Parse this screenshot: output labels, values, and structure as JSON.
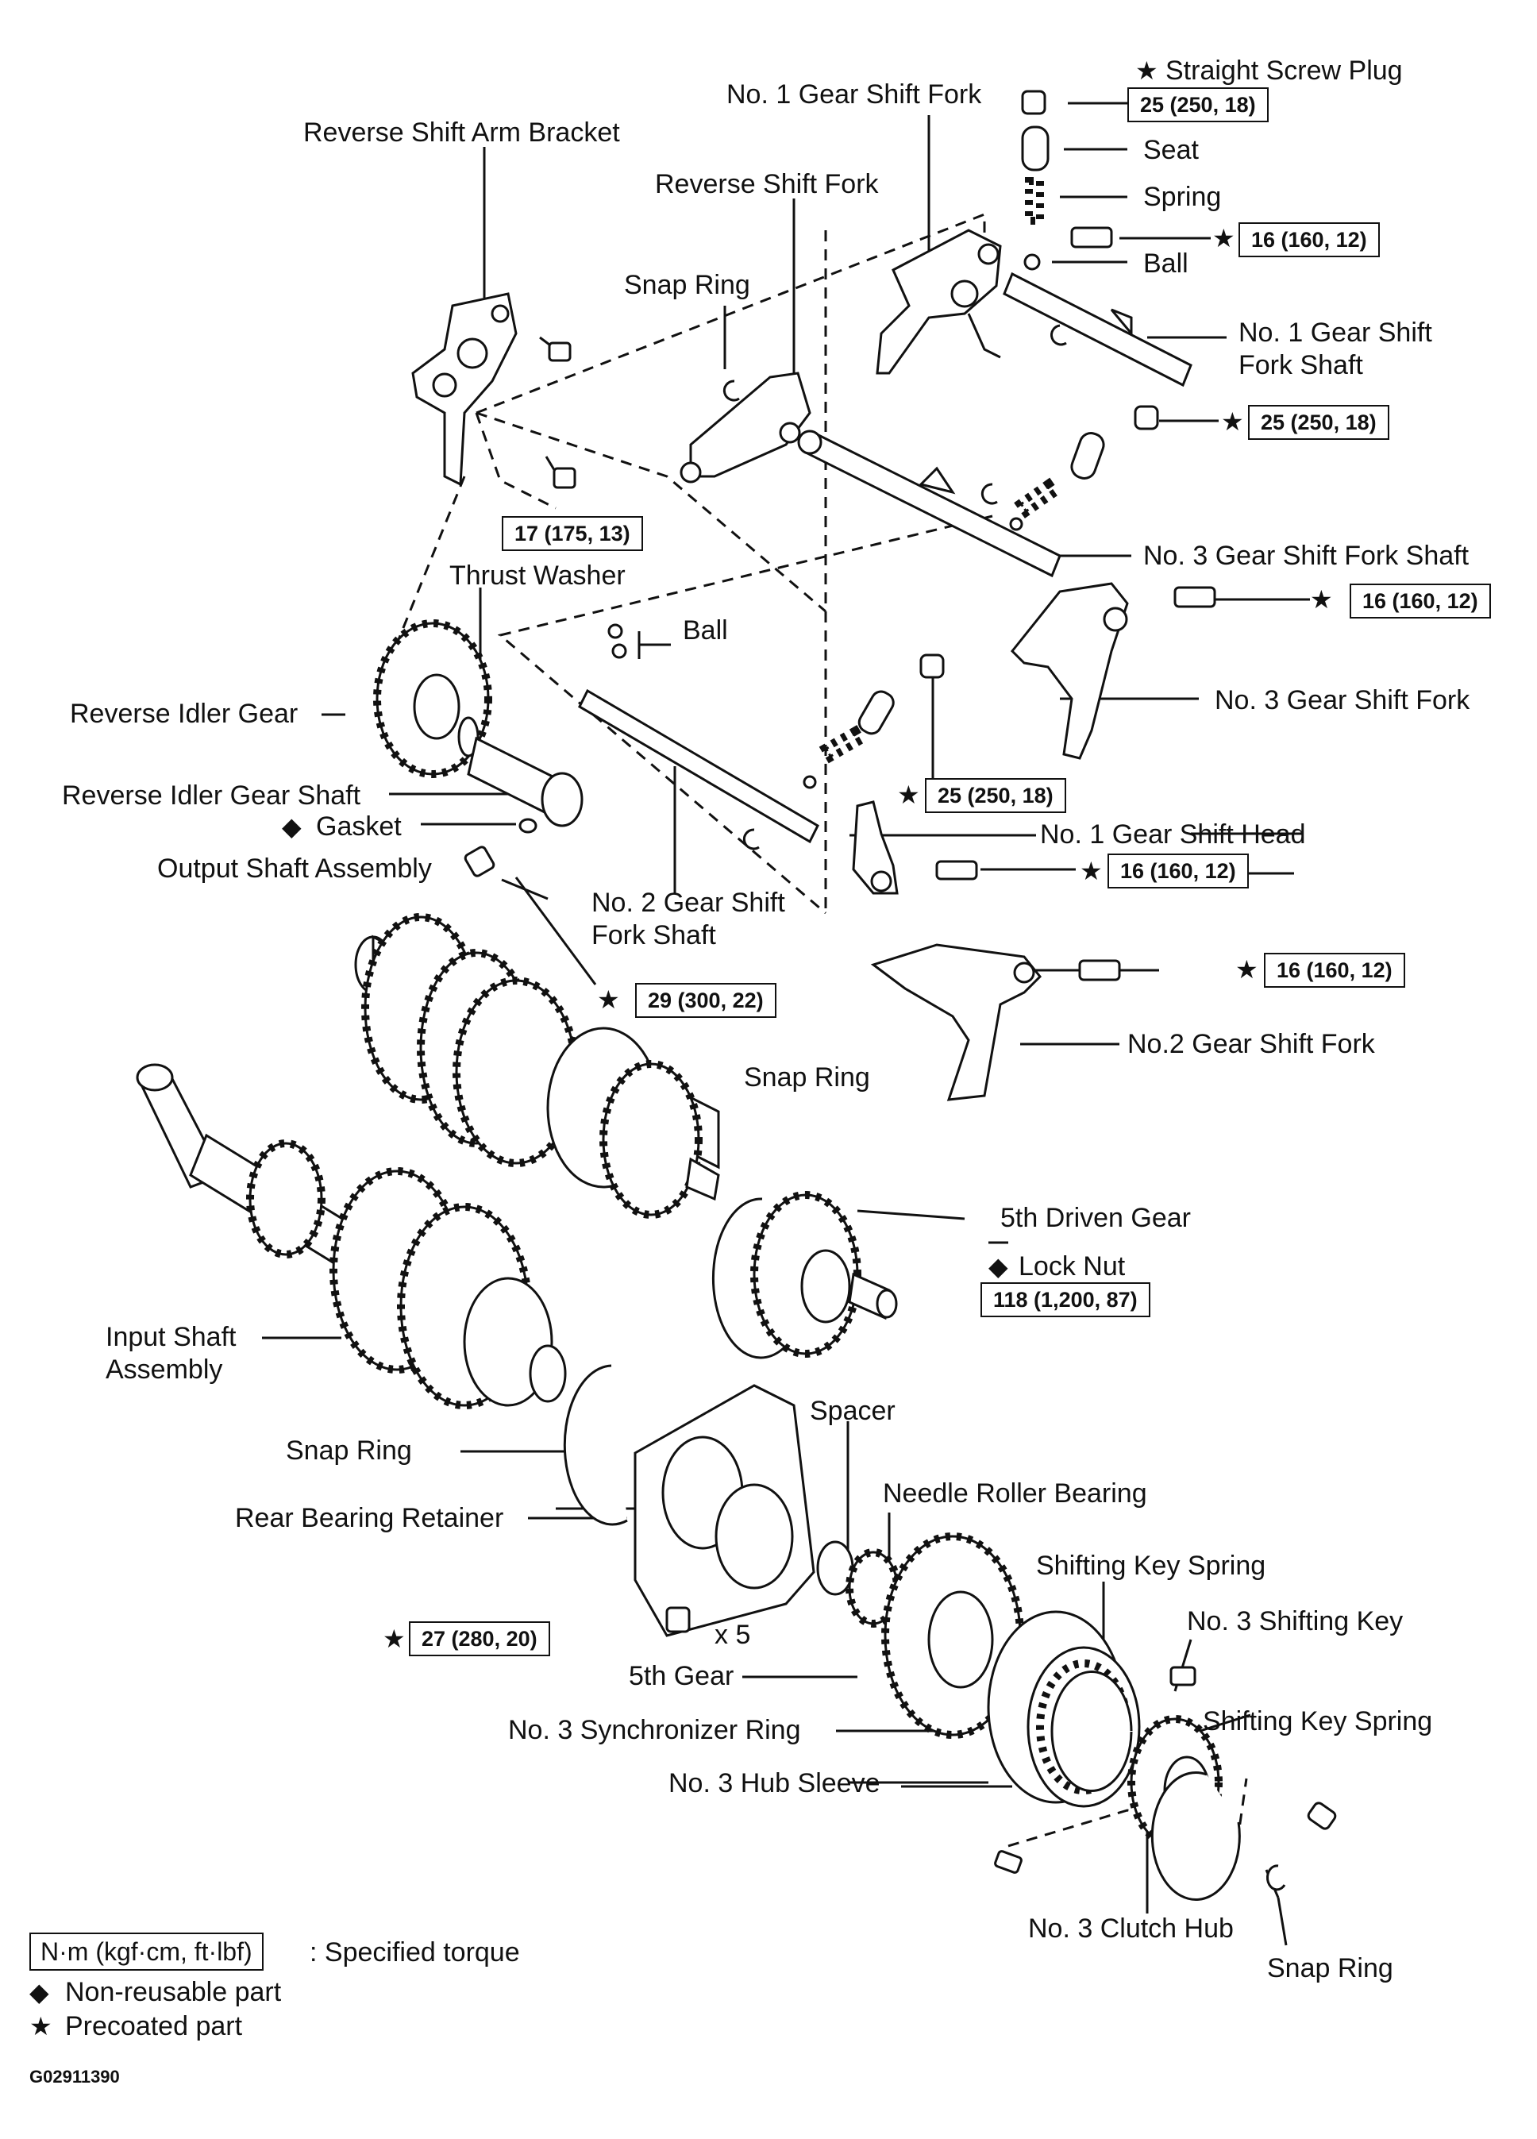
{
  "labels": {
    "straight_screw_plug": "Straight Screw Plug",
    "no1_gear_shift_fork": "No. 1 Gear Shift Fork",
    "reverse_shift_arm_bracket": "Reverse Shift Arm Bracket",
    "seat": "Seat",
    "spring": "Spring",
    "reverse_shift_fork": "Reverse Shift Fork",
    "ball_top": "Ball",
    "snap_ring_top": "Snap Ring",
    "no1_gear_shift_fork_shaft_1": "No. 1 Gear Shift",
    "no1_gear_shift_fork_shaft_2": "Fork Shaft",
    "no3_gear_shift_fork_shaft": "No. 3 Gear Shift Fork Shaft",
    "thrust_washer": "Thrust Washer",
    "ball_mid": "Ball",
    "reverse_idler_gear": "Reverse Idler Gear",
    "no3_gear_shift_fork": "No. 3 Gear Shift Fork",
    "reverse_idler_gear_shaft": "Reverse Idler Gear Shaft",
    "gasket": "Gasket",
    "no1_gear_shift_head": "No. 1 Gear Shift Head",
    "output_shaft_assembly": "Output Shaft Assembly",
    "no2_gear_shift_fork_shaft_1": "No. 2 Gear Shift",
    "no2_gear_shift_fork_shaft_2": "Fork Shaft",
    "no2_gear_shift_fork": "No.2 Gear Shift Fork",
    "snap_ring_mid": "Snap Ring",
    "fifth_driven_gear": "5th Driven Gear",
    "lock_nut": "Lock Nut",
    "input_shaft_assembly_1": "Input Shaft",
    "input_shaft_assembly_2": "Assembly",
    "spacer": "Spacer",
    "snap_ring_left": "Snap Ring",
    "needle_roller_bearing": "Needle Roller Bearing",
    "rear_bearing_retainer": "Rear Bearing Retainer",
    "shifting_key_spring_1": "Shifting Key Spring",
    "no3_shifting_key": "No. 3 Shifting Key",
    "x5": "x 5",
    "fifth_gear": "5th Gear",
    "shifting_key_spring_2": "Shifting Key Spring",
    "no3_synchronizer_ring": "No. 3 Synchronizer Ring",
    "no3_hub_sleeve": "No. 3 Hub Sleeve",
    "no3_clutch_hub": "No. 3 Clutch Hub",
    "snap_ring_bottom": "Snap Ring"
  },
  "torques": {
    "straight_screw_plug": "25 (250, 18)",
    "no1_fork_bolt": "16 (160, 12)",
    "no1_shaft_plug": "25 (250, 18)",
    "bracket_bolt": "17 (175, 13)",
    "no3_fork_bolt": "16 (160, 12)",
    "no2_shaft_plug": "25 (250, 18)",
    "shift_head_bolt": "16 (160, 12)",
    "output_shaft_bolt": "29 (300, 22)",
    "no2_fork_bolt": "16 (160, 12)",
    "lock_nut": "118 (1,200, 87)",
    "retainer_bolt": "27 (280, 20)"
  },
  "symbols": {
    "precoated": "★",
    "non_reusable": "◆"
  },
  "legend": {
    "unit_box": "N·m (kgf·cm, ft·lbf)",
    "unit_desc": ": Specified torque",
    "non_reusable": "Non-reusable  part",
    "precoated": "Precoated part"
  },
  "figure_code": "G02911390"
}
